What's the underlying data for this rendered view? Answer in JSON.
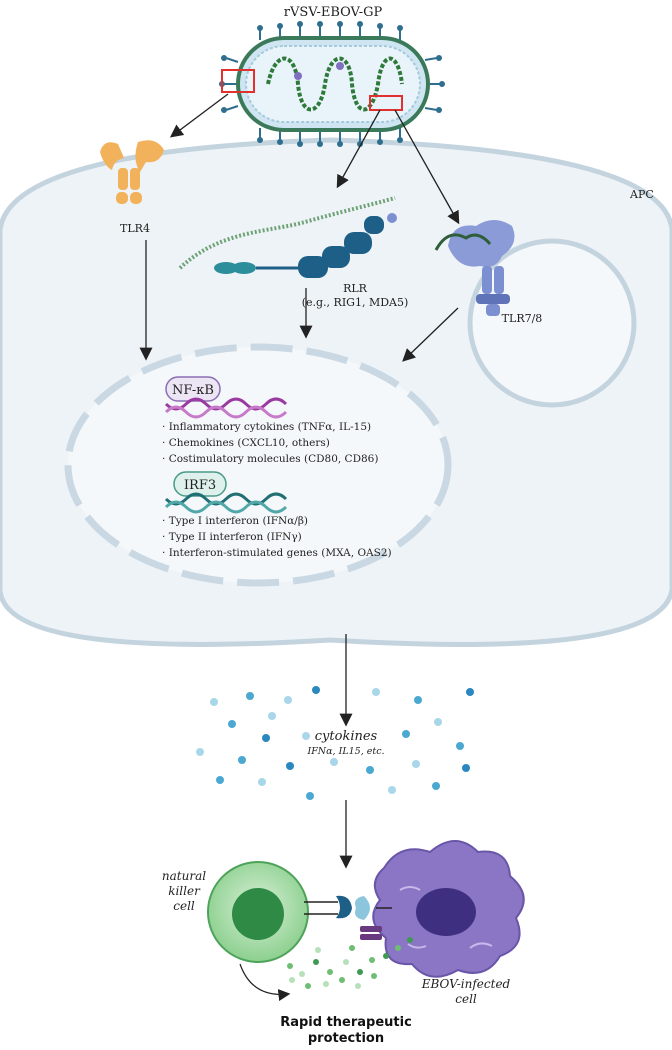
{
  "virus_label": "rVSV-EBOV-GP",
  "cell_label": "APC",
  "receptors": {
    "tlr4": "TLR4",
    "rlr": "RLR",
    "rlr_examples": "(e.g., RIG1, MDA5)",
    "tlr78": "TLR7/8"
  },
  "nfkb": {
    "name": "NF-κB",
    "items": [
      "Inflammatory cytokines (TNFα, IL-15)",
      "Chemokines (CXCL10, others)",
      "Costimulatory molecules (CD80, CD86)"
    ]
  },
  "irf3": {
    "name": "IRF3",
    "items": [
      "Type I interferon (IFNα/β)",
      "Type II interferon (IFNγ)",
      "Interferon-stimulated genes (MXA, OAS2)"
    ]
  },
  "cytokines": {
    "title": "cytokines",
    "subtitle": "IFNα, IL15, etc."
  },
  "nk_cell": [
    "natural",
    "killer",
    "cell"
  ],
  "infected_cell": [
    "EBOV-infected",
    "cell"
  ],
  "outcome": [
    "Rapid therapeutic",
    "protection"
  ],
  "colors": {
    "tlr4": "#f2b25c",
    "rlr": "#1d5f86",
    "tlr78": "#7c8fd1",
    "nfkb_dna": "#9a3aa0",
    "irf3_dna": "#2a8a8a",
    "nk_cell": "#5fb56a",
    "infected_cell": "#8a76c4"
  }
}
